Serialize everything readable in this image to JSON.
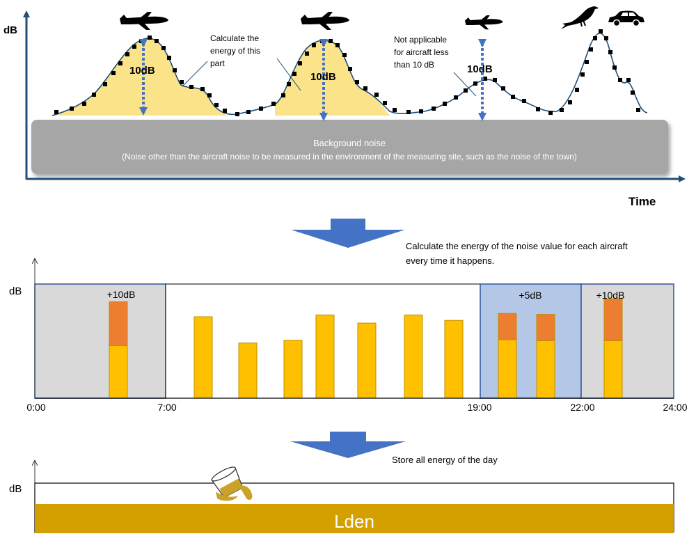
{
  "colors": {
    "axis_dark": "#1f4e79",
    "curve": "#1f4e79",
    "fill_yellow": "#fbe38a",
    "arrow_blue": "#4472c4",
    "background_noise": "#a6a6a6",
    "bar_yellow": "#ffc000",
    "bar_orange": "#ed7d31",
    "period_gray": "#d9d9d9",
    "period_blue": "#b4c7e7",
    "period_border": "#2f5597",
    "lden_fill": "#d4a000",
    "down_arrow": "#4472c4"
  },
  "panel1": {
    "y_label": "dB",
    "x_label": "Time",
    "annotation_energy": [
      "Calculate the",
      "energy of this",
      "part"
    ],
    "annotation_not_applicable": [
      "Not applicable",
      "for aircraft less",
      "than 10 dB"
    ],
    "peak_labels": [
      "10dB",
      "10dB",
      "10dB"
    ],
    "background_title": "Background noise",
    "background_desc": "(Noise other than the aircraft noise to be measured in the environment of the measuring site, such as the noise of the town)",
    "icons": [
      "airplane-icon",
      "airplane-icon",
      "airplane-icon",
      "crow-icon",
      "car-icon"
    ]
  },
  "step1_text": [
    "Calculate the energy of the noise value for each aircraft",
    "every time it happens."
  ],
  "panel2": {
    "y_label": "dB",
    "time_ticks": [
      "0:00",
      "7:00",
      "19:00",
      "22:00",
      "24:00"
    ],
    "period_labels": [
      "+10dB",
      "+5dB",
      "+10dB"
    ],
    "bars": [
      {
        "base": 0.54,
        "penalty": 0.45
      },
      {
        "base": 0.9,
        "penalty": 0
      },
      {
        "base": 0.61,
        "penalty": 0
      },
      {
        "base": 0.64,
        "penalty": 0
      },
      {
        "base": 0.92,
        "penalty": 0
      },
      {
        "base": 0.83,
        "penalty": 0
      },
      {
        "base": 0.92,
        "penalty": 0
      },
      {
        "base": 0.86,
        "penalty": 0
      },
      {
        "base": 0.6,
        "penalty": 0.27
      },
      {
        "base": 0.59,
        "penalty": 0.27
      },
      {
        "base": 0.59,
        "penalty": 0.43
      }
    ]
  },
  "step2_text": "Store all energy of the day",
  "panel3": {
    "y_label": "dB",
    "result_label": "Lden",
    "icon": "pouring-cup-icon"
  }
}
